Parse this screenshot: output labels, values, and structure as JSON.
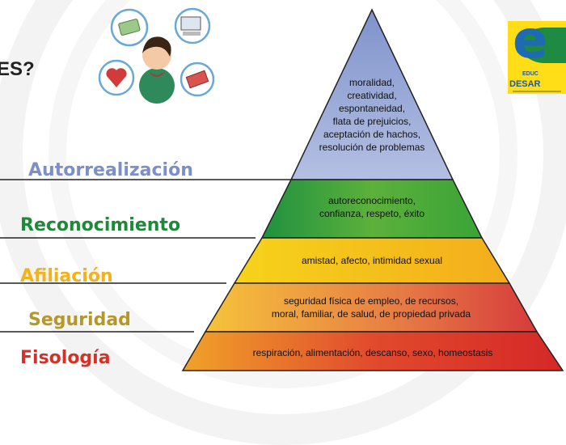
{
  "heading": "ES?",
  "levels": [
    {
      "name": "Autorrealización",
      "color": "#7c8fc6",
      "items": [
        "moralidad,",
        "creatividad,",
        "espontaneidad,",
        "flata de prejuicios,",
        "aceptación de hachos,",
        "resolución de problemas"
      ]
    },
    {
      "name": "Reconocimiento",
      "color": "#1d8a3a",
      "items": [
        "autoreconocimiento,",
        "confianza, respeto, éxito"
      ]
    },
    {
      "name": "Afiliación",
      "color": "#f2b21a",
      "items": [
        "amistad, afecto, intimidad sexual"
      ]
    },
    {
      "name": "Seguridad",
      "color": "#b4982a",
      "items": [
        "seguridad física de empleo, de recursos,",
        "moral, familiar, de salud, de propiedad privada"
      ]
    },
    {
      "name": "Fisología",
      "color": "#d63127",
      "items": [
        "respiración, alimentación, descanso, sexo, homeostasis"
      ]
    }
  ],
  "logo": {
    "line1": "EDUC",
    "line2": "DESAR"
  },
  "icons": [
    "money-icon",
    "computer-icon",
    "heart-icon",
    "cash-icon",
    "person-icon"
  ]
}
